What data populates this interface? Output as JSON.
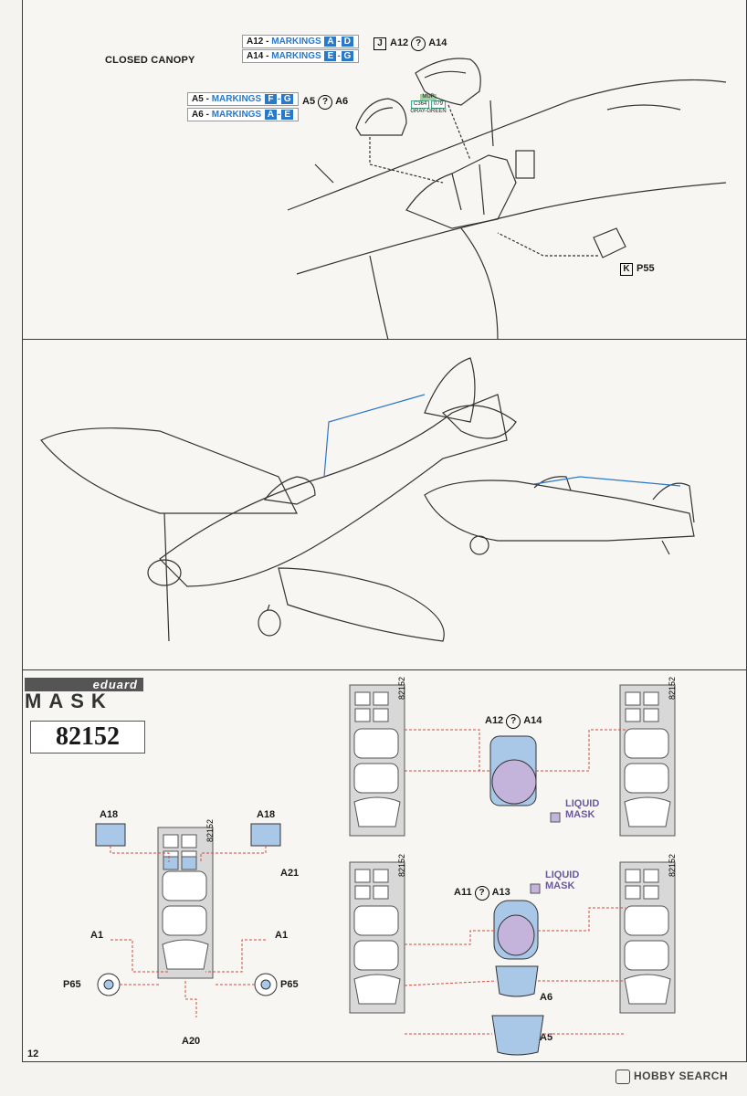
{
  "panel1": {
    "title": "CLOSED CANOPY",
    "markings_top": [
      {
        "part": "A12",
        "word": "MARKINGS",
        "from": "A",
        "to": "D"
      },
      {
        "part": "A14",
        "word": "MARKINGS",
        "from": "E",
        "to": "G"
      }
    ],
    "markings_left": [
      {
        "part": "A5",
        "word": "MARKINGS",
        "from": "F",
        "to": "G"
      },
      {
        "part": "A6",
        "word": "MARKINGS",
        "from": "A",
        "to": "E"
      }
    ],
    "alt_top": {
      "letter": "J",
      "a": "A12",
      "q": "?",
      "b": "A14"
    },
    "alt_left": {
      "a": "A5",
      "q": "?",
      "b": "A6"
    },
    "paint": {
      "line1": "MUP",
      "line2": "079",
      "line3": "C364",
      "line4": "GRAY-GREEN"
    },
    "part_k": {
      "letter": "K",
      "label": "P55"
    }
  },
  "panel3": {
    "brand_top": "eduard",
    "brand_bottom": "MASK",
    "code": "82152",
    "sheet_code": "82152",
    "labels": {
      "a18_left": "A18",
      "a18_right": "A18",
      "a21": "A21",
      "a1_left": "A1",
      "a1_right": "A1",
      "p65_left": "P65",
      "p65_right": "P65",
      "a20": "A20",
      "a12a14": {
        "a": "A12",
        "q": "?",
        "b": "A14"
      },
      "a11a13": {
        "a": "A11",
        "q": "?",
        "b": "A13"
      },
      "liquid1": "LIQUID\nMASK",
      "liquid2": "LIQUID\nMASK",
      "a6": "A6",
      "a5": "A5"
    }
  },
  "page_number": "12",
  "footer": "HOBBY SEARCH",
  "colors": {
    "blue": "#2a78c8",
    "mask": "#a9c8e8",
    "liquid": "#c4b4dc",
    "red": "#d64a3a"
  }
}
